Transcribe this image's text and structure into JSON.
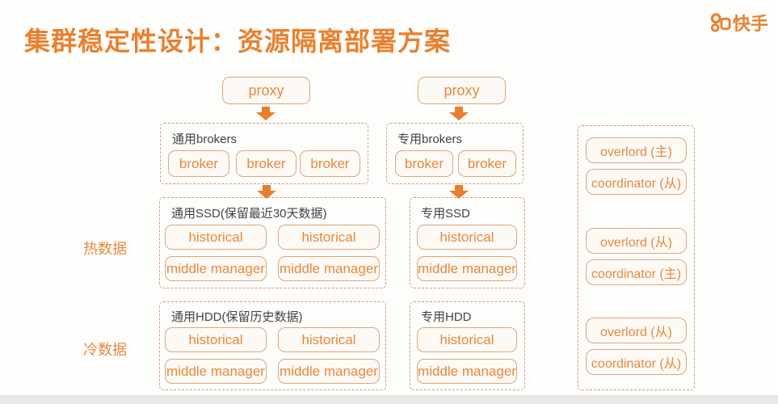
{
  "page": {
    "title": "集群稳定性设计：资源隔离部署方案"
  },
  "brand": {
    "name": "快手",
    "icon": "kuaishou-logo-icon"
  },
  "colors": {
    "accent_orange": "#E8812F",
    "node_border": "#DDA67C",
    "node_fill": "#FDF9F4",
    "node_text": "#E6893F",
    "dashed_border": "#D89B6F",
    "group_label_text": "#434340",
    "arrow": "#E87E2B"
  },
  "side_labels": {
    "hot": "热数据",
    "cold": "冷数据"
  },
  "proxy_row": {
    "left": "proxy",
    "right": "proxy"
  },
  "clusters": {
    "general_brokers": {
      "title": "通用brokers",
      "nodes": [
        "broker",
        "broker",
        "broker"
      ]
    },
    "dedicated_brokers": {
      "title": "专用brokers",
      "nodes": [
        "broker",
        "broker"
      ]
    },
    "general_ssd": {
      "title": "通用SSD(保留最近30天数据)",
      "nodes": [
        "historical",
        "historical",
        "middle manager",
        "middle manager"
      ]
    },
    "dedicated_ssd": {
      "title": "专用SSD",
      "nodes": [
        "historical",
        "middle manager"
      ]
    },
    "general_hdd": {
      "title": "通用HDD(保留历史数据)",
      "nodes": [
        "historical",
        "historical",
        "middle manager",
        "middle manager"
      ]
    },
    "dedicated_hdd": {
      "title": "专用HDD",
      "nodes": [
        "historical",
        "middle manager"
      ]
    },
    "control_nodes": {
      "nodes": [
        "overlord (主)",
        "coordinator (从)",
        "overlord (从)",
        "coordinator (主)",
        "overlord (从)",
        "coordinator (从)"
      ]
    }
  }
}
